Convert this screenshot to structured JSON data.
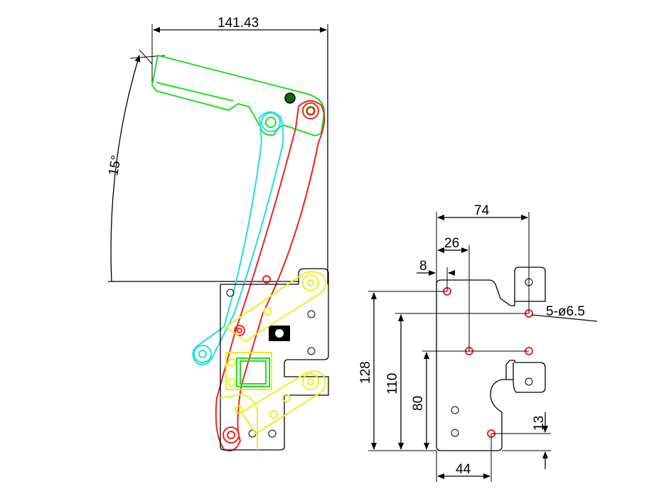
{
  "left_view": {
    "width_dim": "141.43",
    "angle_dim": "15°"
  },
  "right_view": {
    "dim_74": "74",
    "dim_26": "26",
    "dim_8": "8",
    "dim_128": "128",
    "dim_110": "110",
    "dim_80": "80",
    "dim_44": "44",
    "dim_13": "13",
    "hole_callout": "5-ø6.5"
  },
  "colors": {
    "lever": "#22dd22",
    "link_a": "#22dddd",
    "link_b": "#ee2222",
    "brackets": "#eeee22",
    "outline": "#000000"
  }
}
